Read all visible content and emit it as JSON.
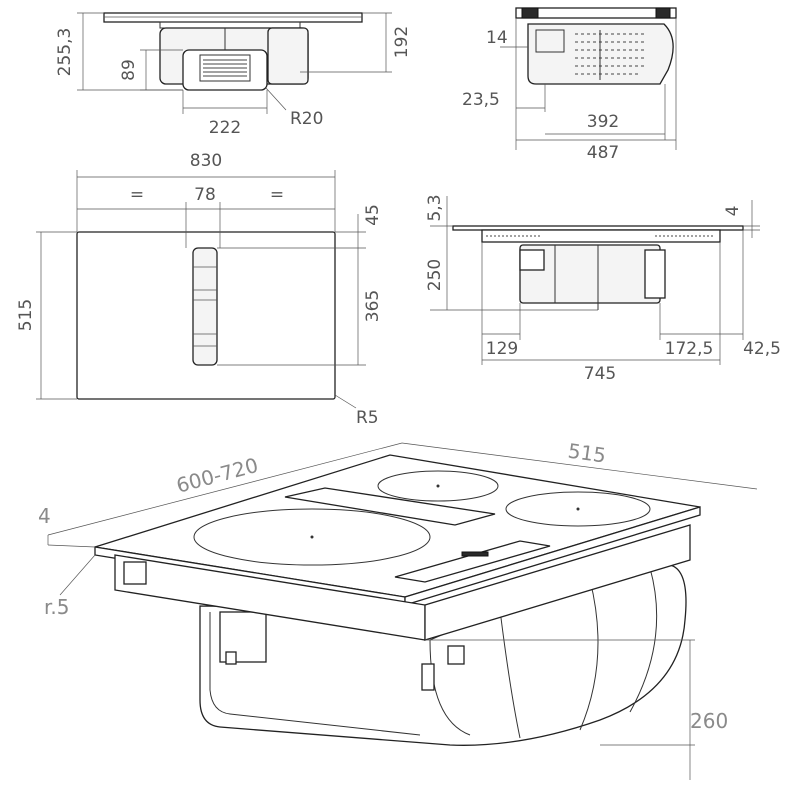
{
  "views": {
    "front": {
      "dims": {
        "overall_height": "255,3",
        "cabinet_height": "192",
        "duct_height": "89",
        "duct_width": "222",
        "radius": "R20"
      }
    },
    "side": {
      "dims": {
        "offset_top": "14",
        "offset_left": "23,5",
        "unit_depth": "392",
        "total_depth": "487"
      }
    },
    "top": {
      "dims": {
        "width": "830",
        "equal_left": "=",
        "equal_right": "=",
        "vent_width": "78",
        "vent_top_offset": "45",
        "vent_length": "365",
        "depth": "515",
        "corner_radius": "R5"
      }
    },
    "side2": {
      "dims": {
        "glass": "5,3",
        "edge": "4",
        "height": "250",
        "left_offset": "129",
        "right_offset": "172,5",
        "right_edge": "42,5",
        "cutout_width": "745"
      }
    },
    "iso": {
      "dims": {
        "cutout_width": "600-720",
        "cutout_depth": "515",
        "worktop": "4",
        "radius": "r.5",
        "depth_below": "260"
      }
    }
  },
  "colors": {
    "line": "#333333",
    "text": "#555555",
    "iso_text": "#8a8a8a"
  }
}
